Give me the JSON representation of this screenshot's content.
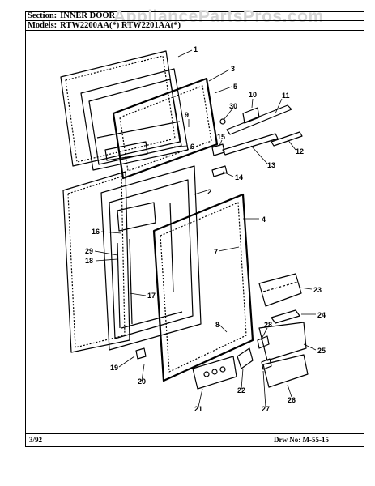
{
  "header": {
    "section_label": "Section:",
    "section_value": "INNER DOOR",
    "models_label": "Models:",
    "models_value": "RTW2200AA(*) RTW2201AA(*)"
  },
  "watermark": "AppliancePartsPros.com",
  "footer": {
    "date": "3/92",
    "drawing_label": "Drw No:",
    "drawing_number": "M-55-15"
  },
  "callouts": [
    "1",
    "2",
    "3",
    "4",
    "5",
    "6",
    "7",
    "8",
    "9",
    "10",
    "11",
    "12",
    "13",
    "14",
    "15",
    "16",
    "17",
    "18",
    "19",
    "20",
    "21",
    "22",
    "23",
    "24",
    "25",
    "26",
    "27",
    "28",
    "29",
    "30"
  ]
}
